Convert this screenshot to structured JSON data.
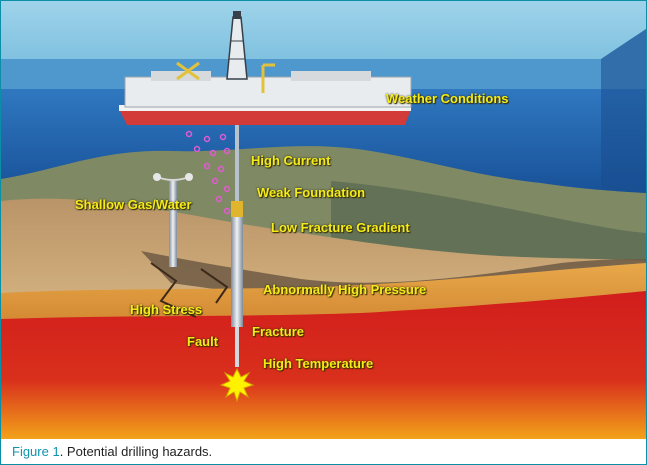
{
  "figure": {
    "hazards": [
      "Weather Conditions",
      "High Current",
      "Weak Foundation",
      "Shallow Gas/Water",
      "Low Fracture Gradient",
      "Abnormally High Pressure",
      "High Stress",
      "Fracture",
      "Fault",
      "High Temperature"
    ],
    "colors": {
      "frame": "#0b8fa6",
      "label": "#f4ec1a",
      "sea": "#1d5aa8",
      "sky": "#7cc3df",
      "magma": "#d4221e"
    }
  },
  "caption": {
    "label": "Figure 1",
    "text": ". Potential drilling hazards."
  }
}
